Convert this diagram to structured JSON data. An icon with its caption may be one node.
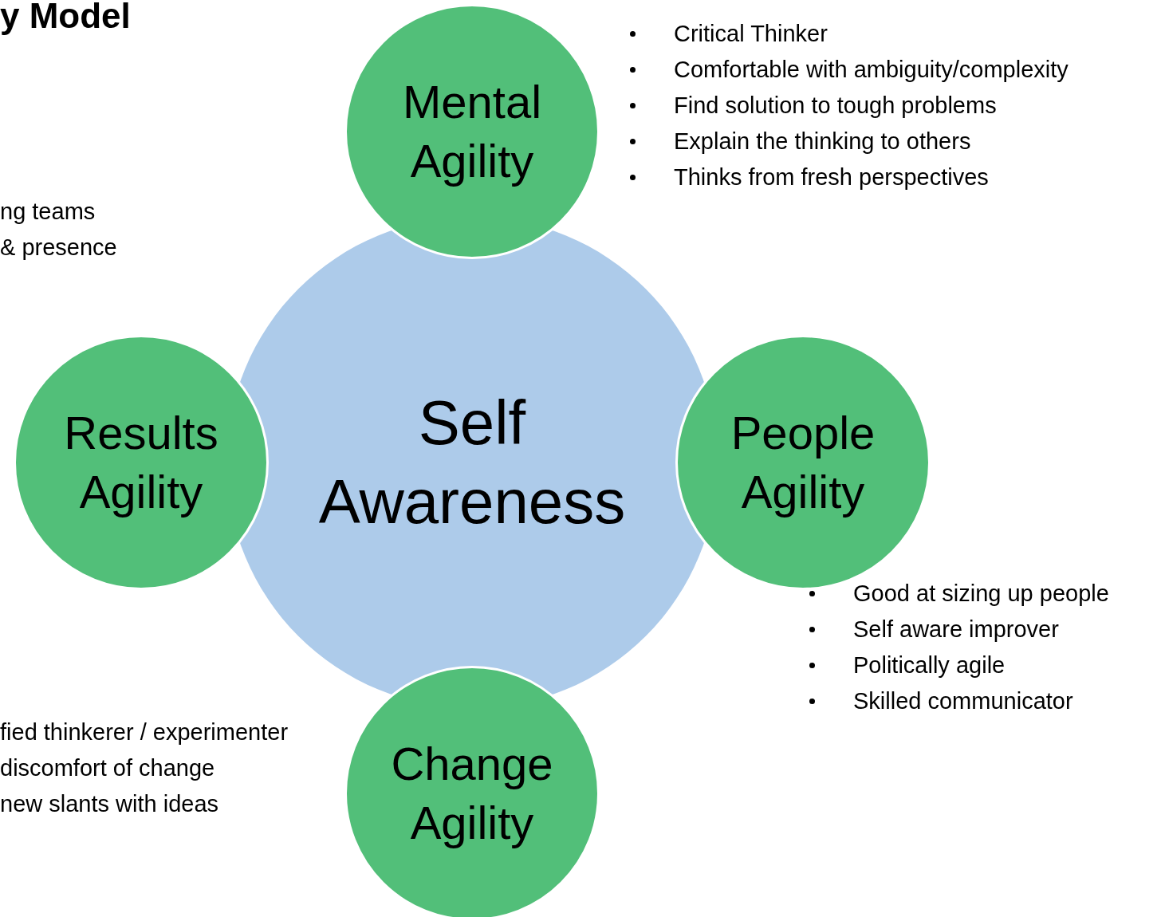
{
  "diagram": {
    "title": "y Model",
    "nodes": [
      {
        "text": [
          "Mental Agility"
        ],
        "beside": [
          "Critical Thinker",
          "Comfortable with ambiguity/complexity",
          "Find solution to tough problems",
          "Explain the thinking to others",
          "Thinks from fresh perspectives"
        ]
      },
      {
        "text": [
          "Results Agility"
        ]
      },
      {
        "text": [
          "Self Awareness"
        ]
      },
      {
        "text": [
          "People Agility"
        ],
        "beside": [
          "Good at sizing up people",
          "Self aware improver",
          "Politically agile",
          "Skilled communicator"
        ]
      },
      {
        "text": [
          "Change Agility"
        ]
      }
    ],
    "edges": [],
    "labels": [
      "ng teams",
      "& presence",
      "fied thinkerer / experimenter",
      "discomfort of change",
      "new slants with ideas"
    ]
  }
}
